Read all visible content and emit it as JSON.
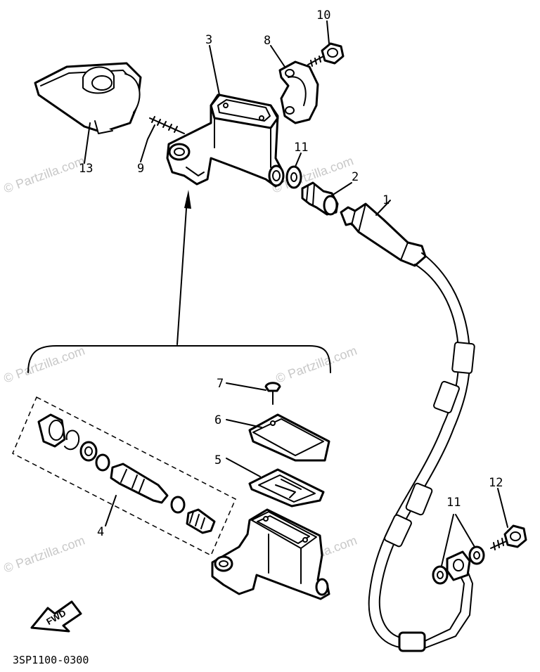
{
  "diagram": {
    "part_code": "3SP1100-0300",
    "fwd_label": "FWD",
    "callouts": {
      "c1": "1",
      "c2": "2",
      "c3": "3",
      "c4": "4",
      "c5": "5",
      "c6": "6",
      "c7": "7",
      "c8": "8",
      "c9": "9",
      "c10": "10",
      "c11a": "11",
      "c11b": "11",
      "c12": "12",
      "c13": "13"
    },
    "watermark": "© Partzilla.com"
  }
}
